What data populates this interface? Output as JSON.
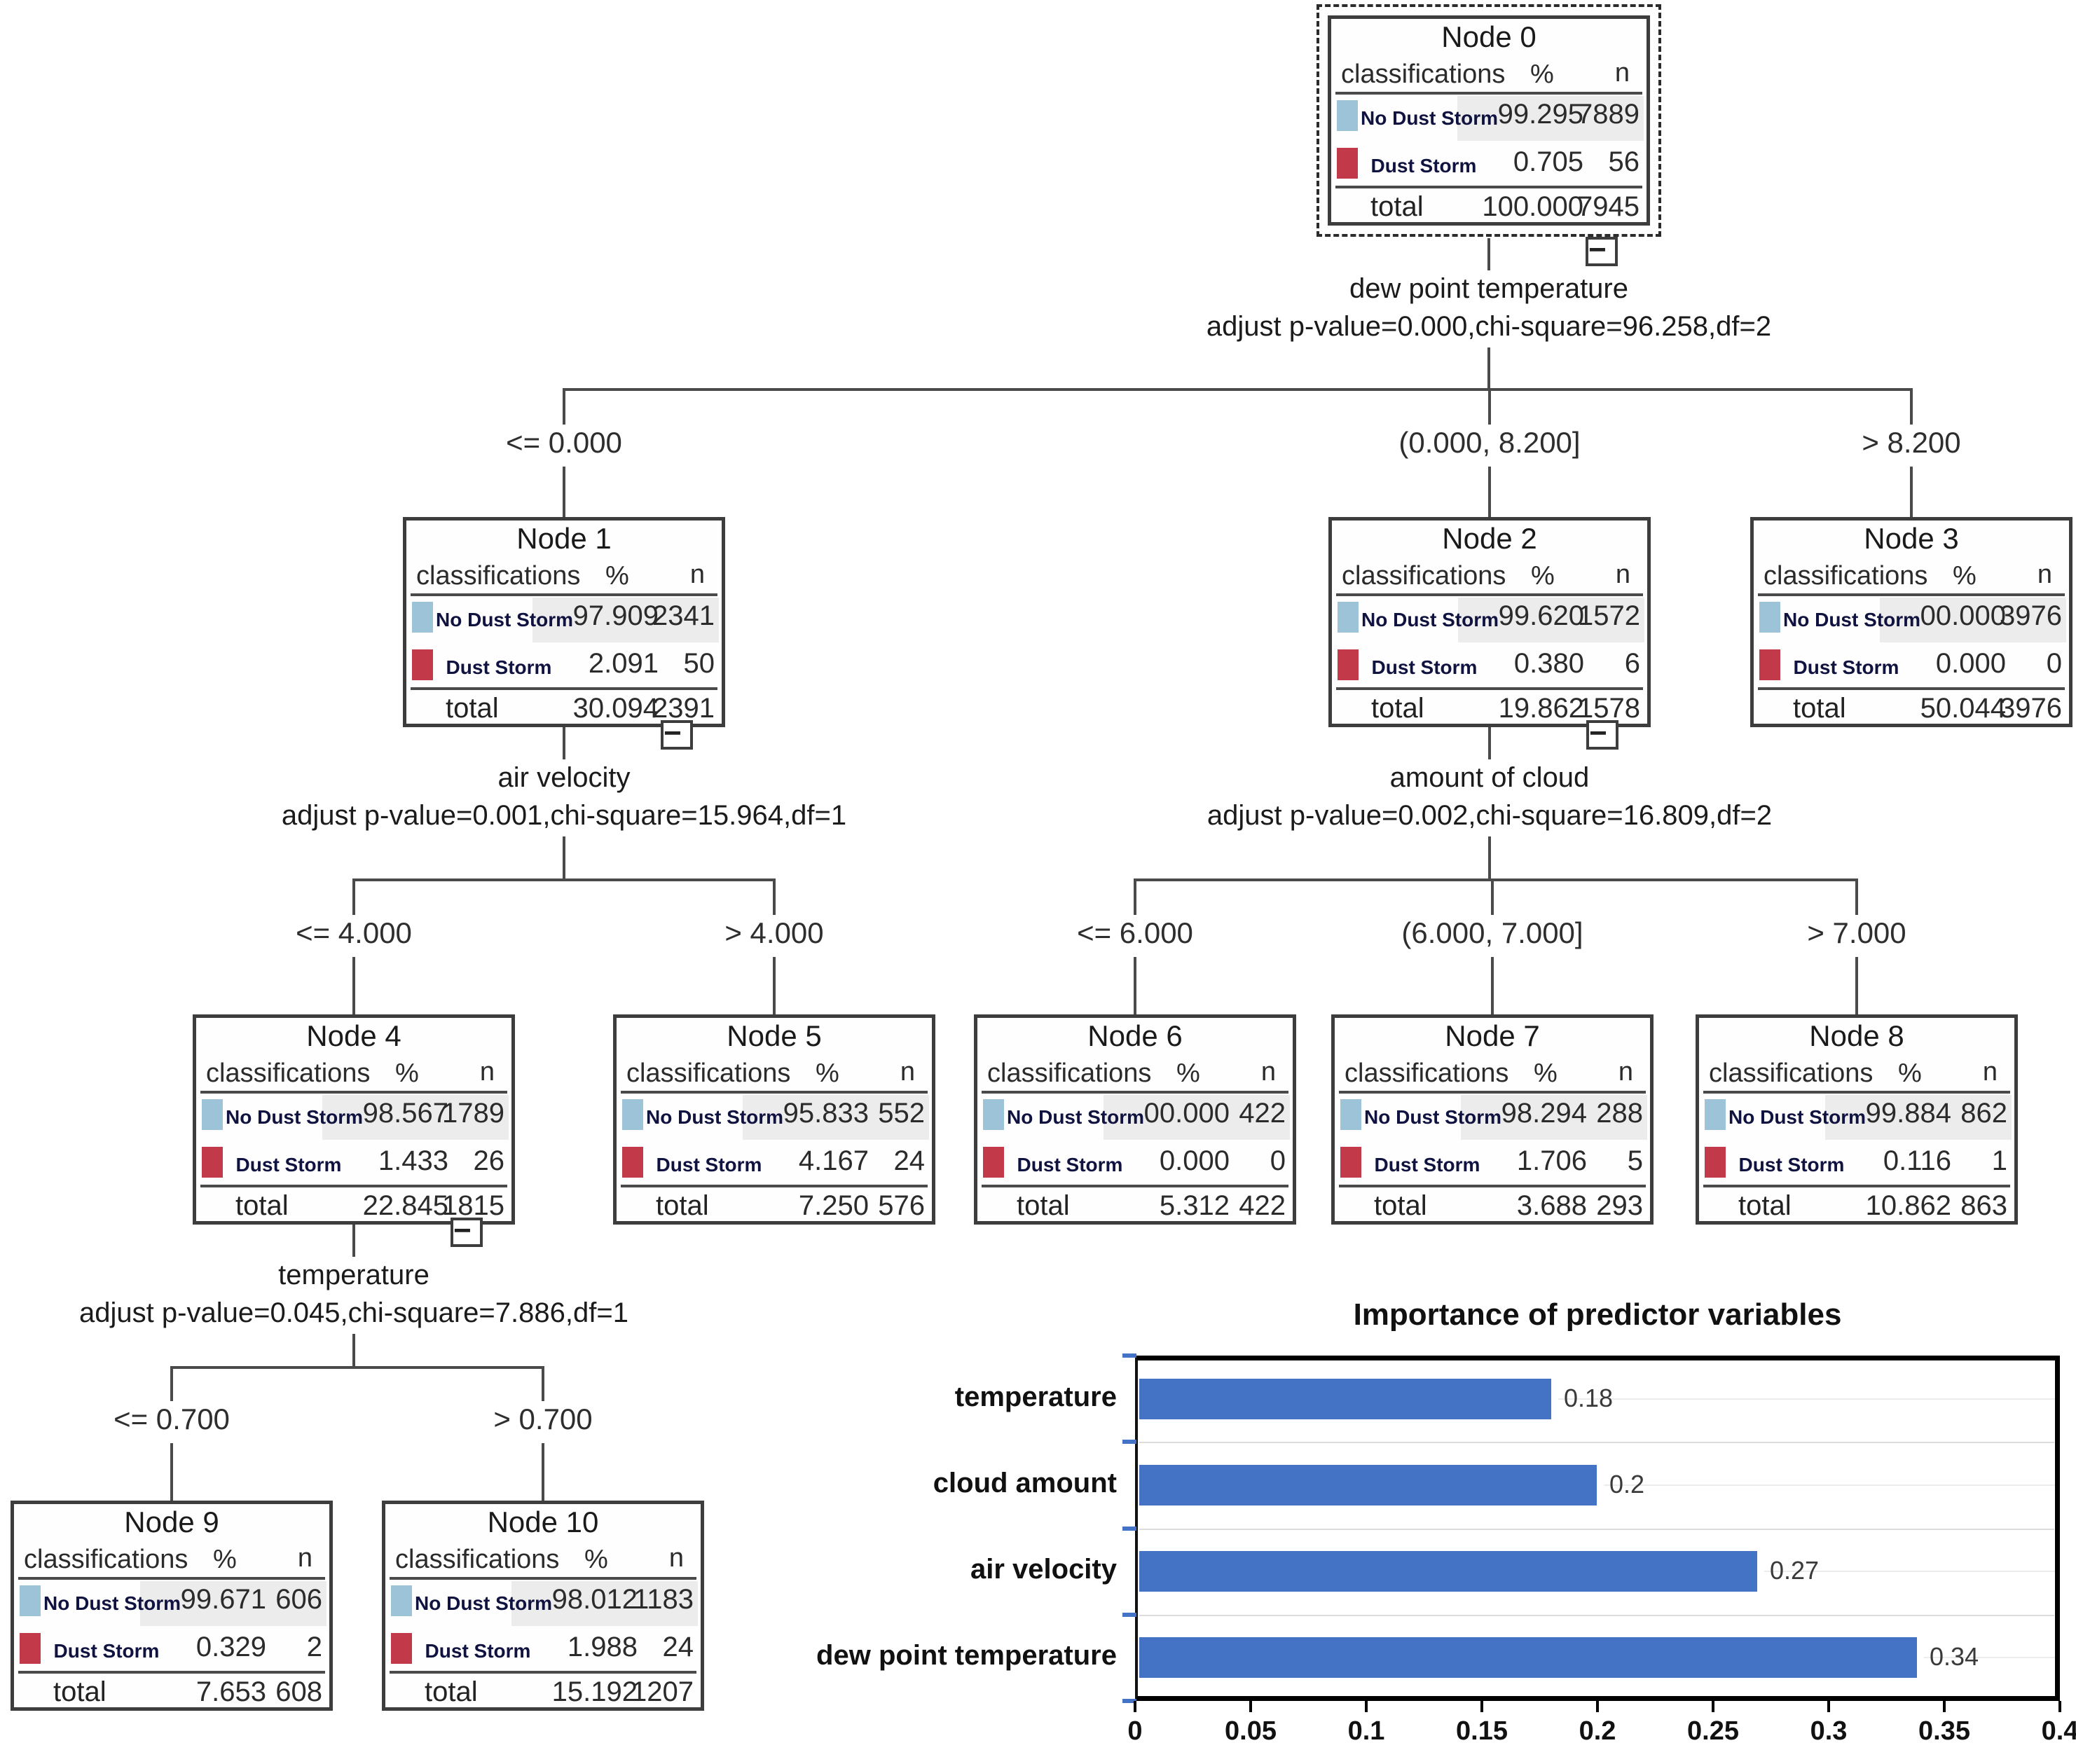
{
  "labels": {
    "classifications": "classifications",
    "percent": "%",
    "n": "n",
    "total": "total",
    "no_dust_storm": "No Dust Storm",
    "dust_storm": "Dust Storm",
    "collapse": "−"
  },
  "colors": {
    "no_dust_storm_swatch": "#9cc3d8",
    "dust_storm_swatch": "#c23a4a",
    "bar_fill": "#4472c4",
    "connector": "#4a4a4a"
  },
  "tree": {
    "nodes": [
      {
        "id": 0,
        "title": "Node 0",
        "no_dust_storm": {
          "pct": "99.295",
          "n": "7889"
        },
        "dust_storm": {
          "pct": "0.705",
          "n": "56"
        },
        "total": {
          "pct": "100.000",
          "n": "7945"
        },
        "collapsible": true
      },
      {
        "id": 1,
        "title": "Node 1",
        "no_dust_storm": {
          "pct": "97.909",
          "n": "2341"
        },
        "dust_storm": {
          "pct": "2.091",
          "n": "50"
        },
        "total": {
          "pct": "30.094",
          "n": "2391"
        },
        "collapsible": true
      },
      {
        "id": 2,
        "title": "Node 2",
        "no_dust_storm": {
          "pct": "99.620",
          "n": "1572"
        },
        "dust_storm": {
          "pct": "0.380",
          "n": "6"
        },
        "total": {
          "pct": "19.862",
          "n": "1578"
        },
        "collapsible": true
      },
      {
        "id": 3,
        "title": "Node 3",
        "no_dust_storm": {
          "pct": "00.000",
          "n": "3976"
        },
        "dust_storm": {
          "pct": "0.000",
          "n": "0"
        },
        "total": {
          "pct": "50.044",
          "n": "3976"
        },
        "collapsible": false
      },
      {
        "id": 4,
        "title": "Node 4",
        "no_dust_storm": {
          "pct": "98.567",
          "n": "1789"
        },
        "dust_storm": {
          "pct": "1.433",
          "n": "26"
        },
        "total": {
          "pct": "22.845",
          "n": "1815"
        },
        "collapsible": true
      },
      {
        "id": 5,
        "title": "Node 5",
        "no_dust_storm": {
          "pct": "95.833",
          "n": "552"
        },
        "dust_storm": {
          "pct": "4.167",
          "n": "24"
        },
        "total": {
          "pct": "7.250",
          "n": "576"
        },
        "collapsible": false
      },
      {
        "id": 6,
        "title": "Node 6",
        "no_dust_storm": {
          "pct": "00.000",
          "n": "422"
        },
        "dust_storm": {
          "pct": "0.000",
          "n": "0"
        },
        "total": {
          "pct": "5.312",
          "n": "422"
        },
        "collapsible": false
      },
      {
        "id": 7,
        "title": "Node 7",
        "no_dust_storm": {
          "pct": "98.294",
          "n": "288"
        },
        "dust_storm": {
          "pct": "1.706",
          "n": "5"
        },
        "total": {
          "pct": "3.688",
          "n": "293"
        },
        "collapsible": false
      },
      {
        "id": 8,
        "title": "Node 8",
        "no_dust_storm": {
          "pct": "99.884",
          "n": "862"
        },
        "dust_storm": {
          "pct": "0.116",
          "n": "1"
        },
        "total": {
          "pct": "10.862",
          "n": "863"
        },
        "collapsible": false
      },
      {
        "id": 9,
        "title": "Node 9",
        "no_dust_storm": {
          "pct": "99.671",
          "n": "606"
        },
        "dust_storm": {
          "pct": "0.329",
          "n": "2"
        },
        "total": {
          "pct": "7.653",
          "n": "608"
        },
        "collapsible": false
      },
      {
        "id": 10,
        "title": "Node 10",
        "no_dust_storm": {
          "pct": "98.012",
          "n": "1183"
        },
        "dust_storm": {
          "pct": "1.988",
          "n": "24"
        },
        "total": {
          "pct": "15.192",
          "n": "1207"
        },
        "collapsible": false
      }
    ],
    "splits": [
      {
        "parent": 0,
        "variable": "dew point temperature",
        "stats": "adjust p-value=0.000,chi-square=96.258,df=2",
        "branches": [
          {
            "label": "<= 0.000",
            "child": 1
          },
          {
            "label": "(0.000, 8.200]",
            "child": 2
          },
          {
            "label": "> 8.200",
            "child": 3
          }
        ]
      },
      {
        "parent": 1,
        "variable": "air velocity",
        "stats": "adjust p-value=0.001,chi-square=15.964,df=1",
        "branches": [
          {
            "label": "<= 4.000",
            "child": 4
          },
          {
            "label": "> 4.000",
            "child": 5
          }
        ]
      },
      {
        "parent": 2,
        "variable": "amount of cloud",
        "stats": "adjust p-value=0.002,chi-square=16.809,df=2",
        "branches": [
          {
            "label": "<= 6.000",
            "child": 6
          },
          {
            "label": "(6.000, 7.000]",
            "child": 7
          },
          {
            "label": "> 7.000",
            "child": 8
          }
        ]
      },
      {
        "parent": 4,
        "variable": "temperature",
        "stats": "adjust p-value=0.045,chi-square=7.886,df=1",
        "branches": [
          {
            "label": "<= 0.700",
            "child": 9
          },
          {
            "label": "> 0.700",
            "child": 10
          }
        ]
      }
    ]
  },
  "chart_data": {
    "type": "bar",
    "orientation": "horizontal",
    "title": "Importance of predictor variables",
    "categories": [
      "temperature",
      "cloud amount",
      "air velocity",
      "dew point temperature"
    ],
    "values": [
      0.18,
      0.2,
      0.27,
      0.34
    ],
    "value_labels": [
      "0.18",
      "0.2",
      "0.27",
      "0.34"
    ],
    "xlabel": "",
    "ylabel": "",
    "xlim": [
      0,
      0.4
    ],
    "xticks": [
      0,
      0.05,
      0.1,
      0.15,
      0.2,
      0.25,
      0.3,
      0.35,
      0.4
    ],
    "xtick_labels": [
      "0",
      "0.05",
      "0.1",
      "0.15",
      "0.2",
      "0.25",
      "0.3",
      "0.35",
      "0.4"
    ],
    "grid": true,
    "legend": false,
    "bar_color": "#4472c4"
  }
}
